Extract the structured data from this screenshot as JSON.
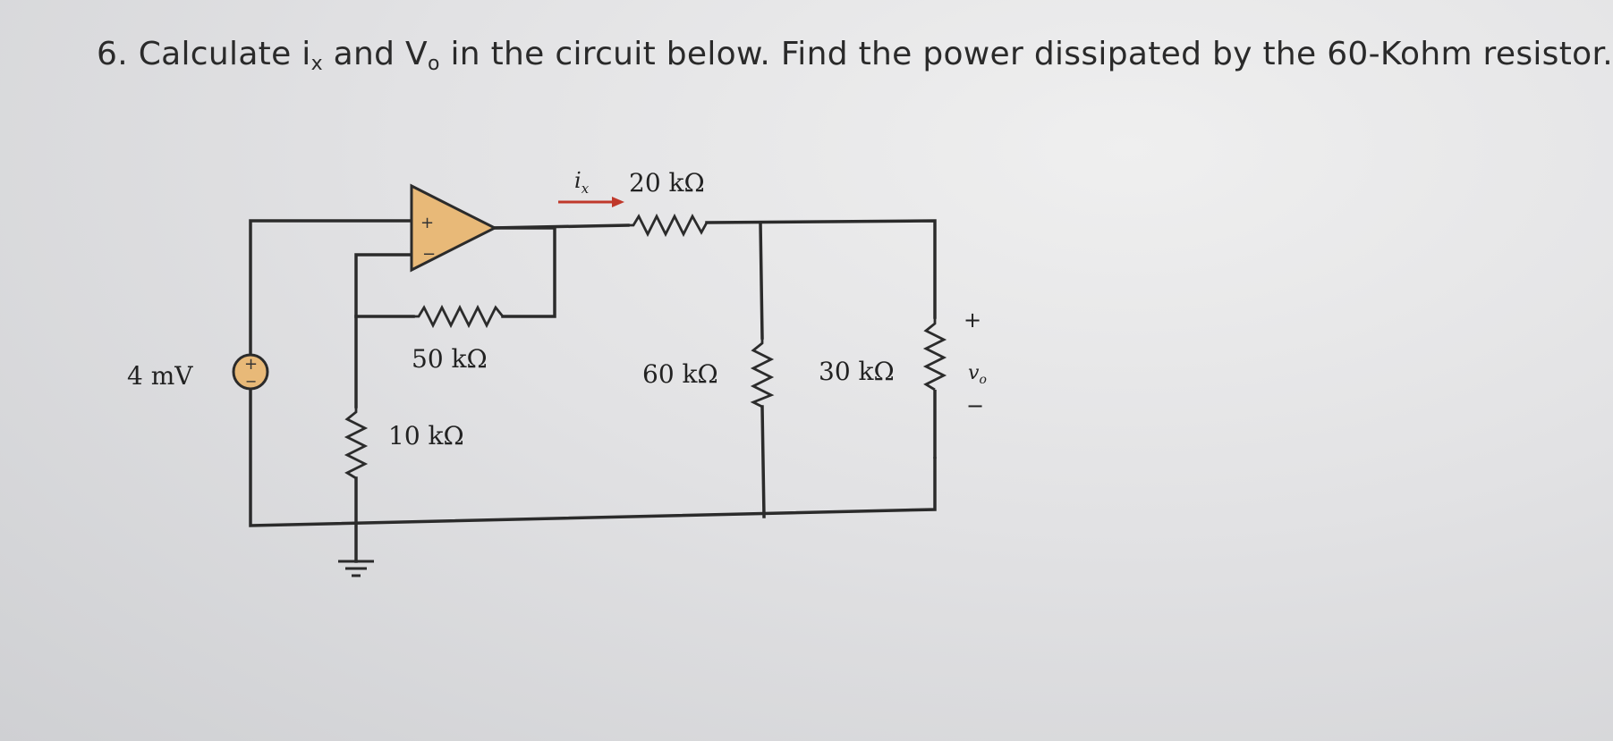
{
  "question": {
    "number": "6.",
    "text_before_ix": "Calculate i",
    "ix_subscript": "x",
    "text_between": " and V",
    "vo_subscript": "o",
    "text_after": " in the circuit below. Find the power dissipated by the 60-Kohm resistor."
  },
  "circuit": {
    "source_label": "4 mV",
    "r_feedback_label": "50 kΩ",
    "r_ground_label": "10 kΩ",
    "r_series_label": "20 kΩ",
    "r_60_label": "60 kΩ",
    "r_30_label": "30 kΩ",
    "current_symbol": "i",
    "current_subscript": "x",
    "vo_symbol": "v",
    "vo_subscript": "o",
    "plus_sign": "+",
    "minus_sign": "−",
    "opamp_plus": "+",
    "opamp_minus": "−"
  },
  "colors": {
    "opamp_fill": "#e8b978",
    "arrow": "#c0392b",
    "wire": "#2b2b2b"
  }
}
